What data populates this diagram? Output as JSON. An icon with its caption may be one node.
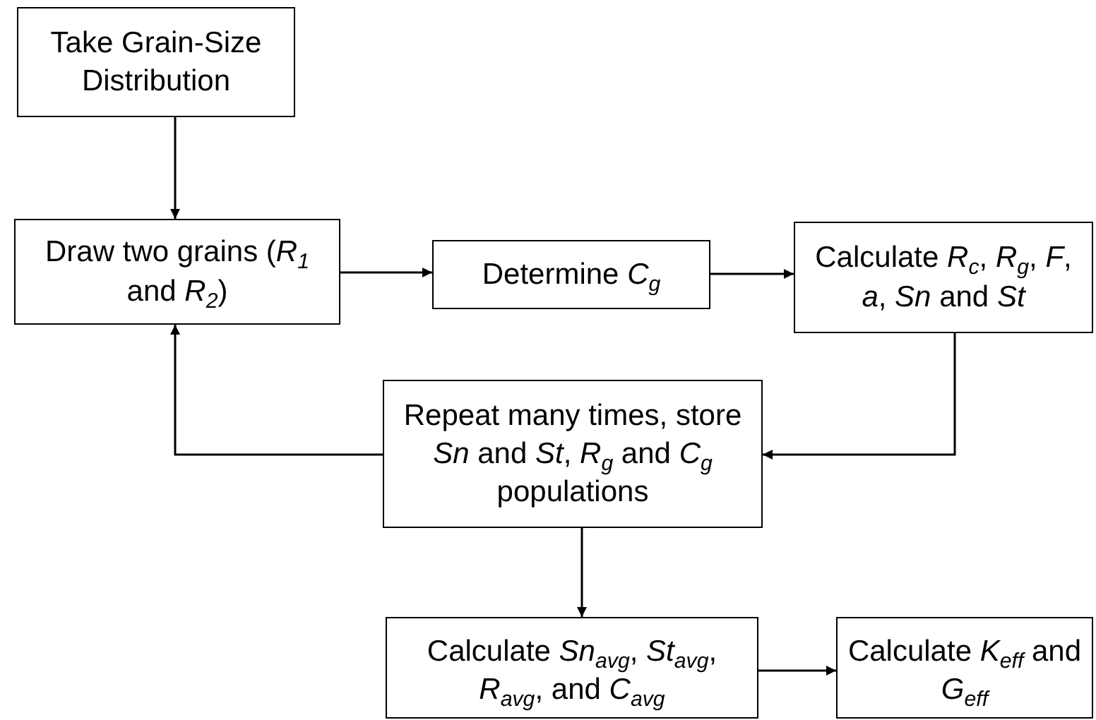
{
  "diagram": {
    "nodes": [
      {
        "text": [
          "Take Grain-Size Distribution"
        ]
      },
      {
        "text": [
          "Draw two grains (*R*$_{1}$ and *R*$_{2}$)"
        ]
      },
      {
        "text": [
          "Determine *C*$_{g}$"
        ]
      },
      {
        "text": [
          "Calculate *R*$_{c}$, *R*$_{g}$, *F*, *a*, *Sn* and *St*"
        ]
      },
      {
        "text": [
          "Repeat many times, store *Sn* and *St*, *R*$_{g}$ and *C*$_{g}$ populations"
        ]
      },
      {
        "text": [
          "Calculate *Sn*$_{avg}$, *St*$_{avg}$, *R*$_{avg}$, and *C*$_{avg}$"
        ]
      },
      {
        "text": [
          "Calculate *K*$_{eff}$ and *G*$_{eff}$"
        ]
      }
    ],
    "edges": [
      {
        "from": 0,
        "to": 1,
        "arrow": "to"
      },
      {
        "from": 1,
        "to": 2,
        "arrow": "to"
      },
      {
        "from": 2,
        "to": 3,
        "arrow": "to"
      },
      {
        "from": 3,
        "to": 4,
        "arrow": "to"
      },
      {
        "from": 4,
        "to": 1,
        "arrow": "to"
      },
      {
        "from": 4,
        "to": 5,
        "arrow": "to"
      },
      {
        "from": 5,
        "to": 6,
        "arrow": "to"
      }
    ]
  }
}
